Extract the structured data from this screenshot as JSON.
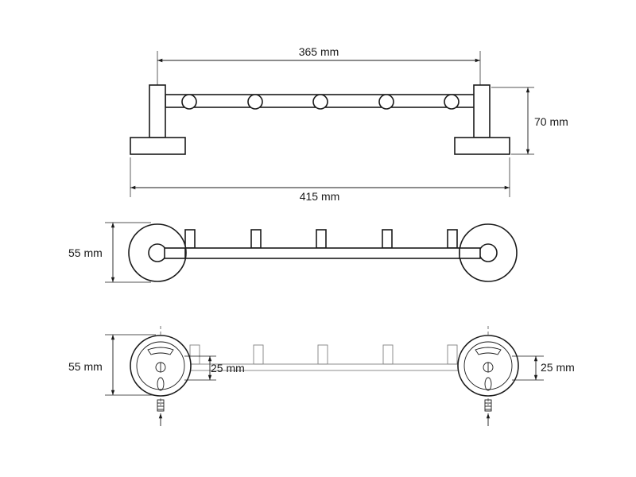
{
  "dimensions": {
    "inner_width": "365 mm",
    "height": "70 mm",
    "total_width": "415 mm",
    "depth_top": "55 mm",
    "depth_bottom": "55 mm",
    "hole_left": "25 mm",
    "hole_right": "25 mm"
  }
}
